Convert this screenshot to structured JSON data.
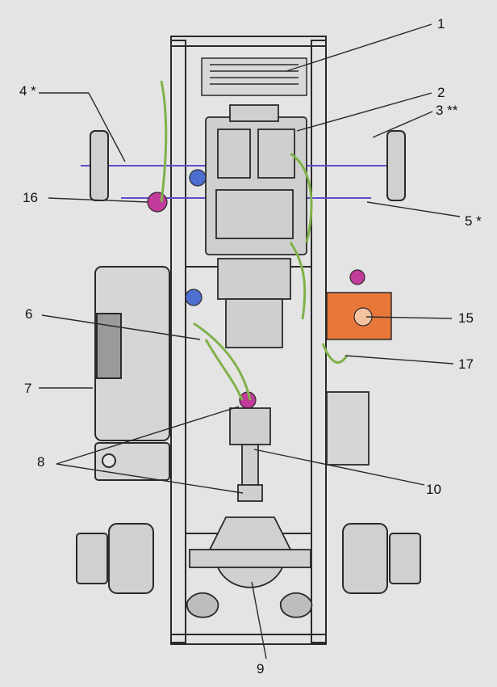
{
  "diagram": {
    "callouts": [
      {
        "id": "1",
        "text": "1"
      },
      {
        "id": "2",
        "text": "2"
      },
      {
        "id": "3",
        "text": "3 **"
      },
      {
        "id": "4",
        "text": "4 *"
      },
      {
        "id": "5",
        "text": "5 *"
      },
      {
        "id": "6",
        "text": "6"
      },
      {
        "id": "7",
        "text": "7"
      },
      {
        "id": "8",
        "text": "8"
      },
      {
        "id": "9",
        "text": "9"
      },
      {
        "id": "10",
        "text": "10"
      },
      {
        "id": "15",
        "text": "15"
      },
      {
        "id": "16",
        "text": "16"
      },
      {
        "id": "17",
        "text": "17"
      }
    ]
  },
  "colors": {
    "background": "#e4e4e4",
    "line": "#2a2a2a",
    "hose": "#7fb24a",
    "axle": "#5a4fc8",
    "highlight_orange": "#e8783a",
    "valve_magenta": "#c23a9a",
    "reservoir_blue": "#4f6fd0"
  }
}
